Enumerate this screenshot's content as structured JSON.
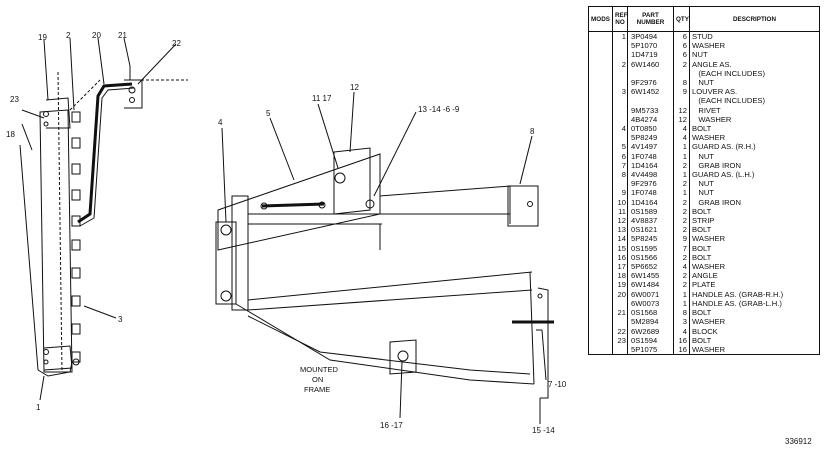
{
  "table": {
    "headers": {
      "mods": "MODS",
      "ref_no": "REF NO",
      "part_number": "PART NUMBER",
      "qty": "QTY",
      "description": "DESCRIPTION"
    },
    "rows": [
      {
        "ref": "1",
        "part": "3P0494",
        "qty": "6",
        "desc": "STUD"
      },
      {
        "ref": "",
        "part": "5P1070",
        "qty": "6",
        "desc": "WASHER"
      },
      {
        "ref": "",
        "part": "1D4719",
        "qty": "6",
        "desc": "NUT"
      },
      {
        "ref": "2",
        "part": "6W1460",
        "qty": "2",
        "desc": "ANGLE AS."
      },
      {
        "ref": "",
        "part": "",
        "qty": "",
        "desc": "   (EACH INCLUDES)"
      },
      {
        "ref": "",
        "part": "9F2976",
        "qty": "8",
        "desc": "   NUT"
      },
      {
        "ref": "3",
        "part": "6W1452",
        "qty": "9",
        "desc": "LOUVER AS."
      },
      {
        "ref": "",
        "part": "",
        "qty": "",
        "desc": "   (EACH INCLUDES)"
      },
      {
        "ref": "",
        "part": "9M5733",
        "qty": "12",
        "desc": "   RIVET"
      },
      {
        "ref": "",
        "part": "4B4274",
        "qty": "12",
        "desc": "   WASHER"
      },
      {
        "ref": "4",
        "part": "0T0850",
        "qty": "4",
        "desc": "BOLT"
      },
      {
        "ref": "",
        "part": "5P8249",
        "qty": "4",
        "desc": "WASHER"
      },
      {
        "ref": "5",
        "part": "4V1497",
        "qty": "1",
        "desc": "GUARD AS. (R.H.)"
      },
      {
        "ref": "6",
        "part": "1F0748",
        "qty": "1",
        "desc": "   NUT"
      },
      {
        "ref": "7",
        "part": "1D4164",
        "qty": "2",
        "desc": "   GRAB IRON"
      },
      {
        "ref": "8",
        "part": "4V4498",
        "qty": "1",
        "desc": "GUARD AS. (L.H.)"
      },
      {
        "ref": "",
        "part": "9F2976",
        "qty": "2",
        "desc": "   NUT"
      },
      {
        "ref": "9",
        "part": "1F0748",
        "qty": "1",
        "desc": "   NUT"
      },
      {
        "ref": "10",
        "part": "1D4164",
        "qty": "2",
        "desc": "   GRAB IRON"
      },
      {
        "ref": "11",
        "part": "0S1589",
        "qty": "2",
        "desc": "BOLT"
      },
      {
        "ref": "12",
        "part": "4V8837",
        "qty": "2",
        "desc": "STRIP"
      },
      {
        "ref": "13",
        "part": "0S1621",
        "qty": "2",
        "desc": "BOLT"
      },
      {
        "ref": "14",
        "part": "5P8245",
        "qty": "9",
        "desc": "WASHER"
      },
      {
        "ref": "15",
        "part": "0S1595",
        "qty": "7",
        "desc": "BOLT"
      },
      {
        "ref": "16",
        "part": "0S1566",
        "qty": "2",
        "desc": "BOLT"
      },
      {
        "ref": "17",
        "part": "5P6652",
        "qty": "4",
        "desc": "WASHER"
      },
      {
        "ref": "18",
        "part": "6W1455",
        "qty": "2",
        "desc": "ANGLE"
      },
      {
        "ref": "19",
        "part": "6W1484",
        "qty": "2",
        "desc": "PLATE"
      },
      {
        "ref": "20",
        "part": "6W0071",
        "qty": "1",
        "desc": "HANDLE AS. (GRAB-R.H.)"
      },
      {
        "ref": "",
        "part": "6W0073",
        "qty": "1",
        "desc": "HANDLE AS. (GRAB-L.H.)"
      },
      {
        "ref": "21",
        "part": "0S1568",
        "qty": "8",
        "desc": "BOLT"
      },
      {
        "ref": "",
        "part": "5M2894",
        "qty": "3",
        "desc": "WASHER"
      },
      {
        "ref": "22",
        "part": "6W2689",
        "qty": "4",
        "desc": "BLOCK"
      },
      {
        "ref": "23",
        "part": "0S1594",
        "qty": "16",
        "desc": "BOLT"
      },
      {
        "ref": "",
        "part": "5P1075",
        "qty": "16",
        "desc": "WASHER"
      }
    ]
  },
  "drawing": {
    "callouts": {
      "c1": "1",
      "c2": "2",
      "c3": "3",
      "c4": "4",
      "c5": "5",
      "c8": "8",
      "c11_17": "11 17",
      "c12": "12",
      "c13": "13 -14 -6 -9",
      "c15": "15 -14",
      "c16": "16 -17",
      "c7": "7 -10",
      "c18": "18",
      "c19": "19",
      "c20": "20",
      "c21": "21",
      "c22": "22",
      "c23": "23"
    },
    "mounted_note": [
      "MOUNTED",
      "ON",
      "FRAME"
    ]
  },
  "figure_number": "336912"
}
